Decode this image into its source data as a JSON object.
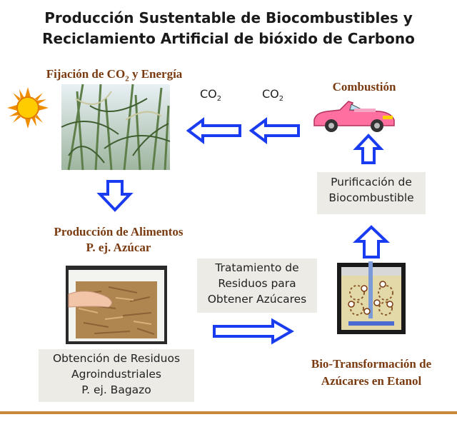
{
  "title": {
    "line1": "Producción Sustentable de Biocombustibles y",
    "line2": "Reciclamiento Artificial de bióxido de Carbono"
  },
  "fijacion": {
    "prefix": "Fijación de CO",
    "sub": "2",
    "suffix": " y Energía"
  },
  "co2_left": {
    "prefix": "CO",
    "sub": "2"
  },
  "co2_right": {
    "prefix": "CO",
    "sub": "2"
  },
  "combustion": "Combustión",
  "purificacion": {
    "line1": "Purificación de",
    "line2": "Biocombustible"
  },
  "produccion": {
    "line1": "Producción de Alimentos",
    "line2": "P. ej. Azúcar"
  },
  "tratamiento": {
    "line1": "Tratamiento de",
    "line2": "Residuos para",
    "line3": "Obtener Azúcares"
  },
  "obtencion": {
    "line1": "Obtención de Residuos",
    "line2": "Agroindustriales",
    "line3": "P. ej. Bagazo"
  },
  "biotransformacion": {
    "line1": "Bio-Transformación de",
    "line2": "Azúcares en Etanol"
  },
  "colors": {
    "arrow": "#1a3cf0",
    "label_brown": "#7a3a10",
    "box_bg": "#ecebe6",
    "rule": "#c8883a"
  },
  "icons": [
    "sun-icon",
    "sugarcane-photo",
    "car-icon",
    "bagasse-photo",
    "bioreactor-icon"
  ]
}
